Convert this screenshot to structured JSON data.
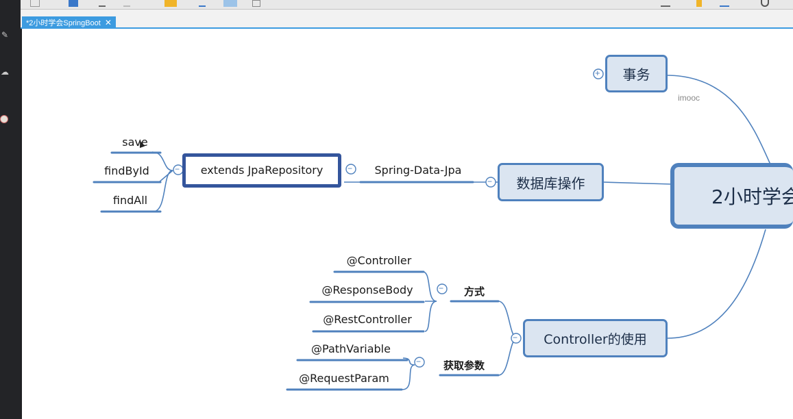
{
  "window": {
    "tab_label": "*2小时学会SpringBoot",
    "tab_close": "✕"
  },
  "colors": {
    "branch_line": "#4f81bd",
    "node_fill": "#dbe5f1",
    "tab_accent": "#3c9be0"
  },
  "icons": {
    "left_rail": [
      "pencil-icon",
      "cloud-icon",
      "avatar-icon"
    ],
    "collapse_symbol": "−",
    "expand_symbol": "+"
  },
  "mindmap": {
    "root": "2小时学会",
    "watermark": "imooc",
    "topics": {
      "transaction": "事务",
      "database": "数据库操作",
      "controller": "Controller的使用"
    },
    "database_branch": {
      "spring_data": "Spring-Data-Jpa",
      "extends": "extends JpaRepository",
      "methods": [
        "save",
        "findById",
        "findAll"
      ]
    },
    "controller_branch": {
      "mode": "方式",
      "mode_items": [
        "@Controller",
        "@ResponseBody",
        "@RestController"
      ],
      "params": "获取参数",
      "params_items": [
        "@PathVariable",
        "@RequestParam"
      ]
    }
  }
}
